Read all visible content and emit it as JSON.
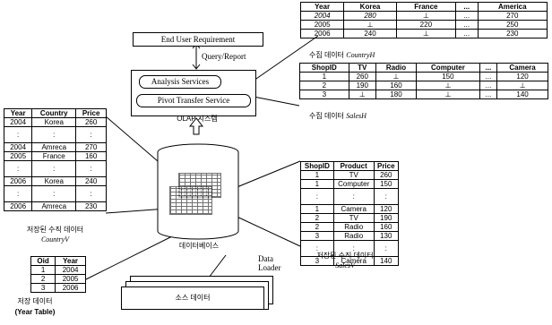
{
  "requirement": "End User Requirement",
  "query_report": "Query/Report",
  "analysis_services": "Analysis Services",
  "pivot_service": "Pivot Transfer Service",
  "olap_label": "OLAP 시스템",
  "database_label": "데이터베이스",
  "data_loader": "Data\nLoader",
  "source_data": "소스 데이터",
  "countryH": {
    "headers": [
      "Year",
      "Korea",
      "France",
      "...",
      "America"
    ],
    "rows": [
      [
        "2004",
        "280",
        "⊥",
        "...",
        "270"
      ],
      [
        "2005",
        "⊥",
        "220",
        "...",
        "250"
      ],
      [
        "2006",
        "240",
        "⊥",
        "...",
        "230"
      ]
    ],
    "caption_kor": "수집 데이터",
    "caption_name": "CountryH"
  },
  "salesH": {
    "headers": [
      "ShopID",
      "TV",
      "Radio",
      "Computer",
      "...",
      "Camera"
    ],
    "rows": [
      [
        "1",
        "260",
        "⊥",
        "150",
        "...",
        "120"
      ],
      [
        "2",
        "190",
        "160",
        "⊥",
        "...",
        "⊥"
      ],
      [
        "3",
        "⊥",
        "180",
        "⊥",
        "...",
        "140"
      ]
    ],
    "caption_kor": "수집 데이터",
    "caption_name": "SalesH"
  },
  "countryV": {
    "headers": [
      "Year",
      "Country",
      "Price"
    ],
    "rows": [
      [
        "2004",
        "Korea",
        "260"
      ],
      [
        ":",
        ":",
        ":"
      ],
      [
        "2004",
        "Amreca",
        "270"
      ],
      [
        "2005",
        "France",
        "160"
      ],
      [
        ":",
        ":",
        ":"
      ],
      [
        "2006",
        "Korea",
        "240"
      ],
      [
        ":",
        ":",
        ":"
      ],
      [
        "2006",
        "Amreca",
        "230"
      ]
    ],
    "caption_kor": "저장된 수직 데이터",
    "caption_name": "CountryV"
  },
  "salesV": {
    "headers": [
      "ShopID",
      "Product",
      "Price"
    ],
    "rows": [
      [
        "1",
        "TV",
        "260"
      ],
      [
        "1",
        "Computer",
        "150"
      ],
      [
        ":",
        ":",
        ":"
      ],
      [
        "1",
        "Camera",
        "120"
      ],
      [
        "2",
        "TV",
        "190"
      ],
      [
        "2",
        "Radio",
        "160"
      ],
      [
        "3",
        "Radio",
        "130"
      ],
      [
        ":",
        ":",
        ":"
      ],
      [
        "3",
        "Camera",
        "140"
      ]
    ],
    "caption_kor": "저장된 수직 데이터",
    "caption_name": "SalesV"
  },
  "yearTable": {
    "headers": [
      "Oid",
      "Year"
    ],
    "rows": [
      [
        "1",
        "2004"
      ],
      [
        "2",
        "2005"
      ],
      [
        "3",
        "2006"
      ]
    ],
    "caption_kor": "저장 데이터",
    "caption_name": "(Year Table)"
  }
}
